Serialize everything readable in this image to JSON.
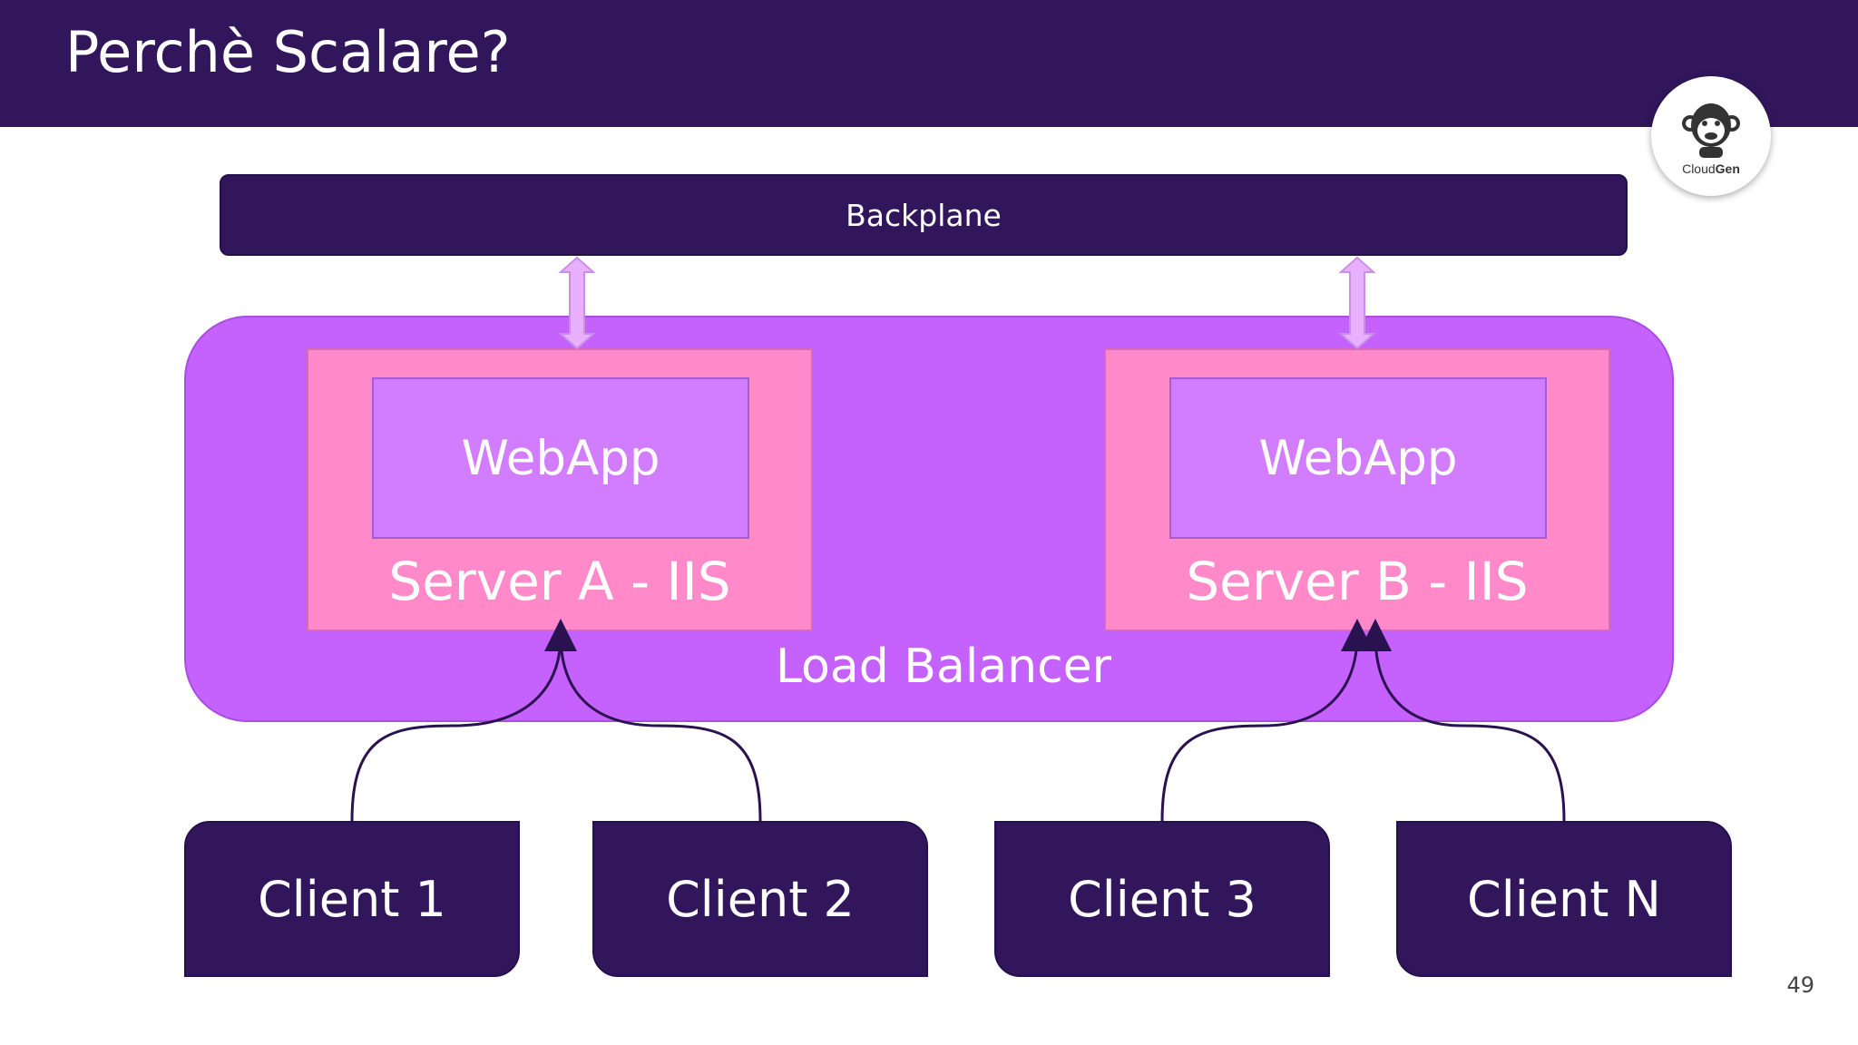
{
  "slide": {
    "title": "Perchè Scalare?",
    "page_number": "49",
    "logo": {
      "text_regular": "Cloud",
      "text_bold": "Gen"
    }
  },
  "diagram": {
    "backplane_label": "Backplane",
    "load_balancer_label": "Load Balancer",
    "servers": [
      {
        "app_label": "WebApp",
        "server_label": "Server A - IIS"
      },
      {
        "app_label": "WebApp",
        "server_label": "Server B - IIS"
      }
    ],
    "clients": [
      "Client 1",
      "Client 2",
      "Client 3",
      "Client N"
    ]
  },
  "colors": {
    "header": "#32165c",
    "load_balancer": "#c561fc",
    "server": "#ff89c9",
    "webapp": "#d27cff",
    "client": "#32165c",
    "sync_arrow": "#e8b0ff"
  }
}
